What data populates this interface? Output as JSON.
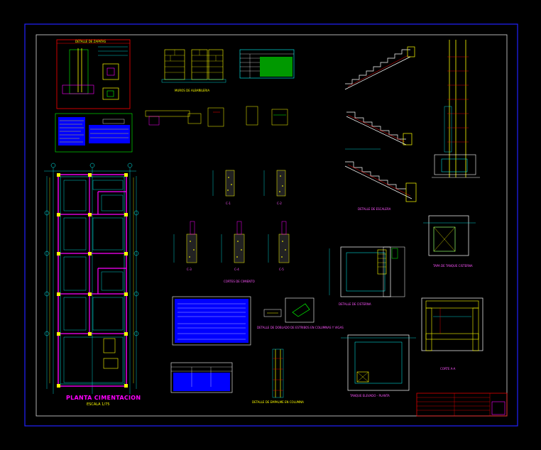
{
  "labels": {
    "planta": "PLANTA CIMENTACION",
    "planta_scale": "ESCALA 1/75",
    "cortes": "CORTES DE CIMIENTO",
    "detalle_escalera": "DETALLE DE ESCALERA",
    "detalle_cisterna": "DETALLE DE CISTERNA",
    "tapa_tanque": "TAPA DE TANQUE CISTERNA",
    "tanque_elevado": "TANQUE ELEVADO - PLANTA",
    "corte_aa": "CORTE A-A",
    "empalme": "DETALLE DE EMPALME EN COLUMNA",
    "doblado": "DETALLE DE DOBLADO DE ESTRIBOS EN COLUMNAS Y VIGAS",
    "detalle_zapatas": "DETALLE DE ZAPATAS",
    "muros": "MUROS DE ALBAÑILERIA",
    "sections": [
      "C-1",
      "C-2",
      "C-3",
      "C-4",
      "C-5"
    ]
  },
  "colors": {
    "background": "#000000",
    "frame": "#0000ff",
    "border": "#ffffff",
    "wall": "#ff00ff",
    "dimension": "#00ffff",
    "text": "#ffff00",
    "hatch": "#ffff00",
    "accent": "#00ff00",
    "red": "#ff0000"
  }
}
